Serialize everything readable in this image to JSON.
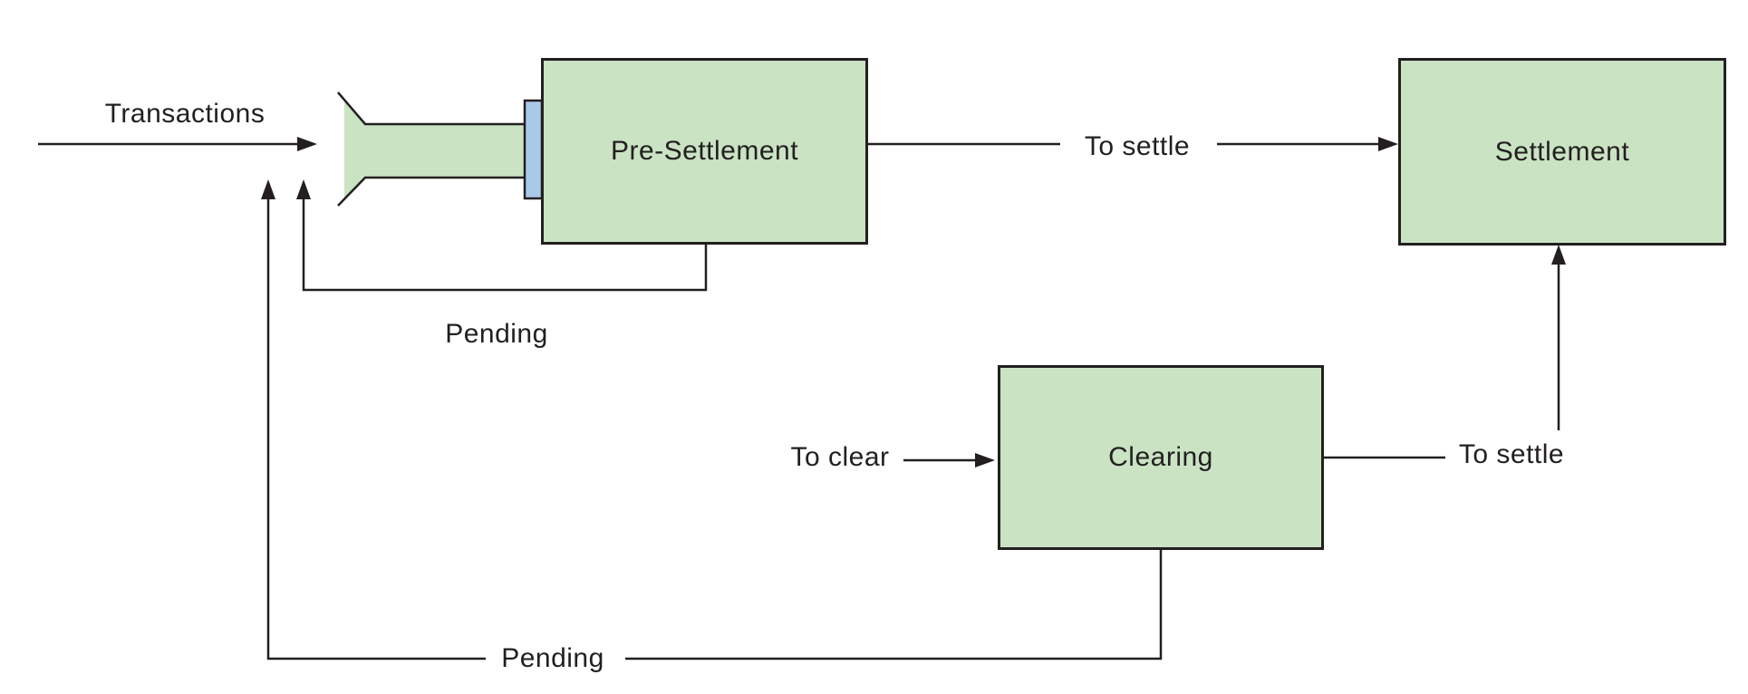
{
  "diagram": {
    "nodes": {
      "pre_settlement": {
        "label": "Pre-Settlement"
      },
      "settlement": {
        "label": "Settlement"
      },
      "clearing": {
        "label": "Clearing"
      }
    },
    "edges": {
      "transactions": {
        "label": "Transactions"
      },
      "to_settle_upper": {
        "label": "To settle"
      },
      "to_settle_lower": {
        "label": "To settle"
      },
      "to_clear": {
        "label": "To clear"
      },
      "pending_upper": {
        "label": "Pending"
      },
      "pending_lower": {
        "label": "Pending"
      }
    },
    "colors": {
      "node_fill": "#c9e3c3",
      "node_border": "#231f20",
      "funnel_fill": "#c9e3c3",
      "buffer_fill": "#a9c9e9",
      "line": "#231f20",
      "text": "#231f20",
      "background": "#ffffff"
    }
  }
}
